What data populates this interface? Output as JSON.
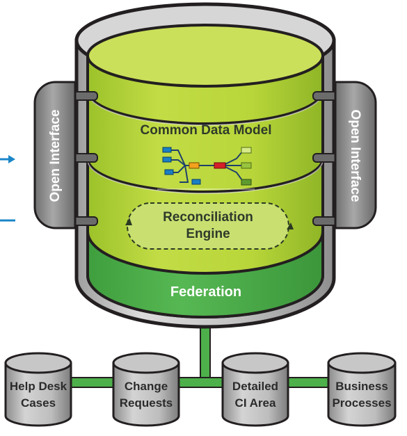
{
  "diagram": {
    "core": {
      "model_label": "Common Data Model",
      "engine_line1": "Reconciliation",
      "engine_line2": "Engine",
      "federation_label": "Federation"
    },
    "interfaces": {
      "left_label": "Open Interface",
      "right_label": "Open Interface"
    },
    "sources": [
      {
        "line1": "Help Desk",
        "line2": "Cases"
      },
      {
        "line1": "Change",
        "line2": "Requests"
      },
      {
        "line1": "Detailed",
        "line2": "CI Area"
      },
      {
        "line1": "Business",
        "line2": "Processes"
      }
    ],
    "colors": {
      "outline": "#231f20",
      "shell": "#c9c9c9",
      "core_fill": "#b6d433",
      "core_top": "#cde05a",
      "federation": "#4db04a",
      "connector": "#4db04a",
      "arrow": "#1b86c8",
      "text": "#2f3a2a"
    }
  }
}
